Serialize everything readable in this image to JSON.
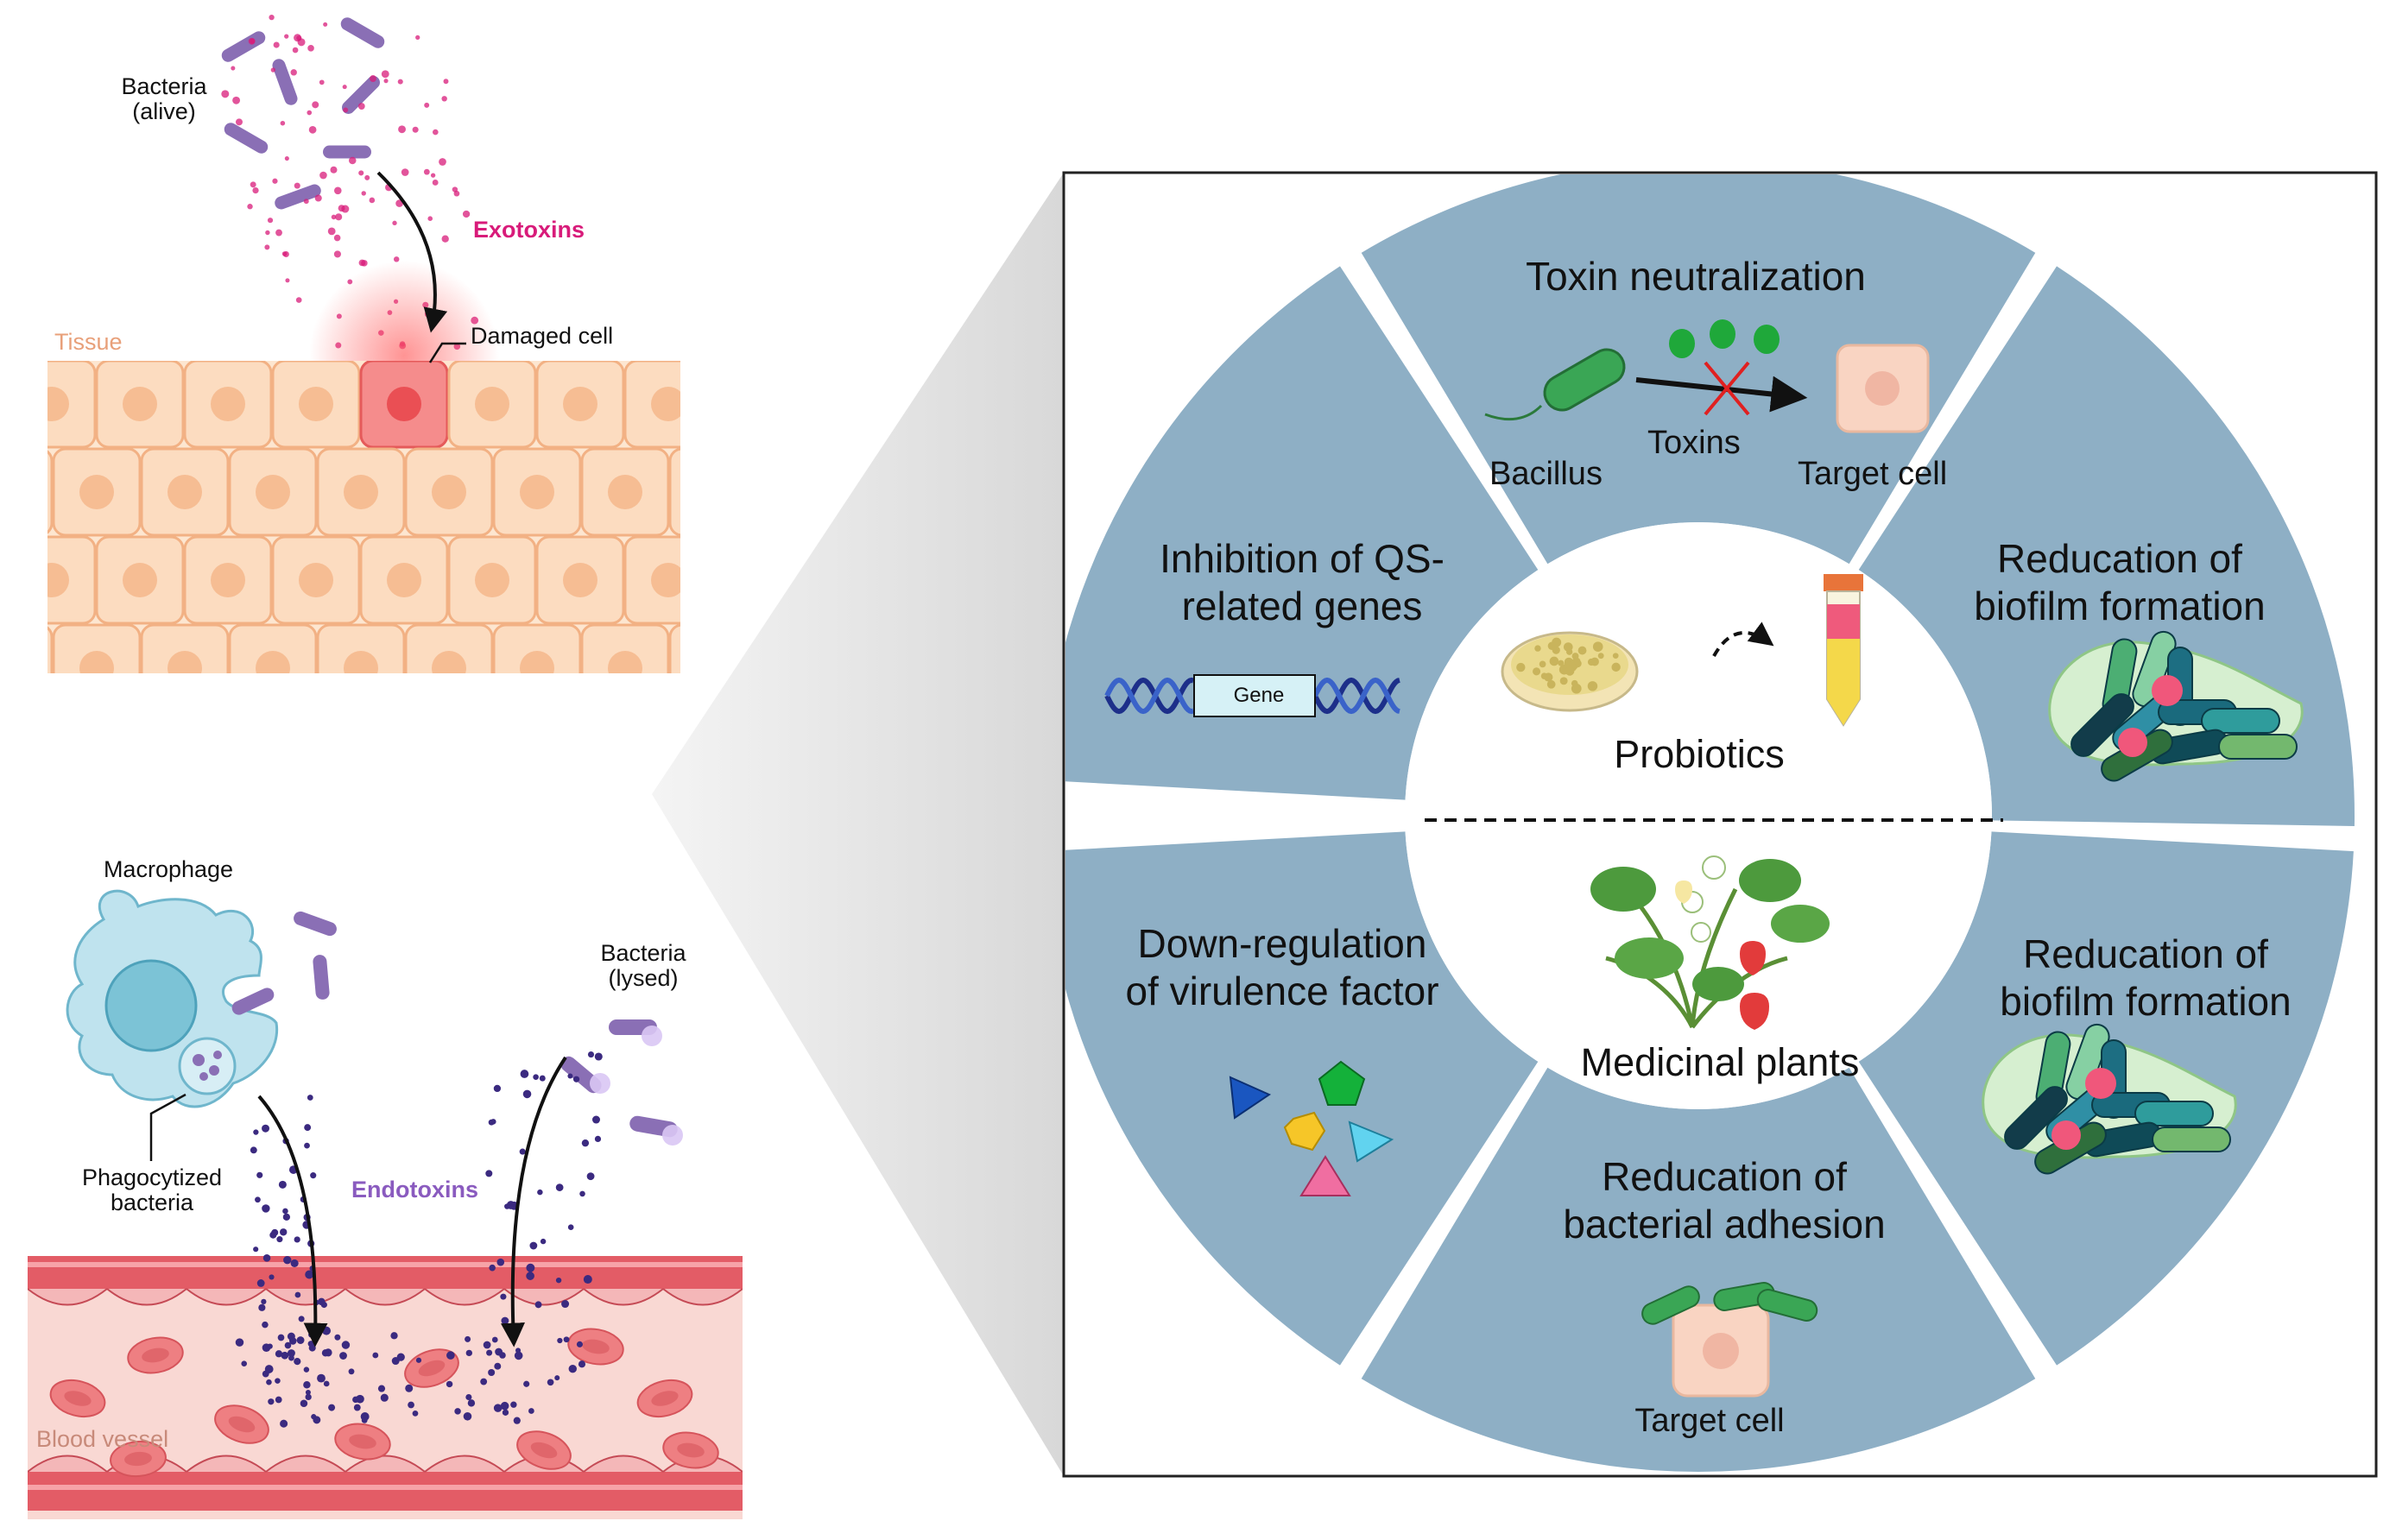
{
  "left_top": {
    "bacteria_alive_line1": "Bacteria",
    "bacteria_alive_line2": "(alive)",
    "exotoxins": "Exotoxins",
    "damaged_cell": "Damaged cell",
    "tissue": "Tissue"
  },
  "left_bottom": {
    "macrophage": "Macrophage",
    "bacteria_lysed_line1": "Bacteria",
    "bacteria_lysed_line2": "(lysed)",
    "phagocytized_line1": "Phagocytized",
    "phagocytized_line2": "bacteria",
    "endotoxins": "Endotoxins",
    "blood_vessel": "Blood vessel"
  },
  "wheel": {
    "center_top": "Probiotics",
    "center_bottom": "Medicinal plants",
    "segments": {
      "toxin": {
        "title": "Toxin neutralization",
        "bacillus": "Bacillus",
        "toxins": "Toxins",
        "target_cell": "Target cell"
      },
      "qs": {
        "line1": "Inhibition of QS-",
        "line2": "related genes",
        "gene": "Gene"
      },
      "biofilm_top": {
        "line1": "Reducation of",
        "line2": "biofilm formation"
      },
      "virulence": {
        "line1": "Down-regulation",
        "line2": "of virulence factor"
      },
      "biofilm_bottom": {
        "line1": "Reducation of",
        "line2": "biofilm formation"
      },
      "adhesion": {
        "line1": "Reducation of",
        "line2": "bacterial adhesion",
        "target_cell": "Target cell"
      }
    }
  },
  "colors": {
    "segment": "#8eafc5",
    "bacteria_purple": "#8a6fb5",
    "exotoxin_pink": "#d81b7a",
    "endotoxin_purple": "#8a5bbf",
    "tissue_cell": "#fcdcc0",
    "tissue_border": "#f2b184",
    "blood": "#f7d3cf",
    "vessel_wall": "#e05a63",
    "macrophage": "#bfe3ee"
  }
}
